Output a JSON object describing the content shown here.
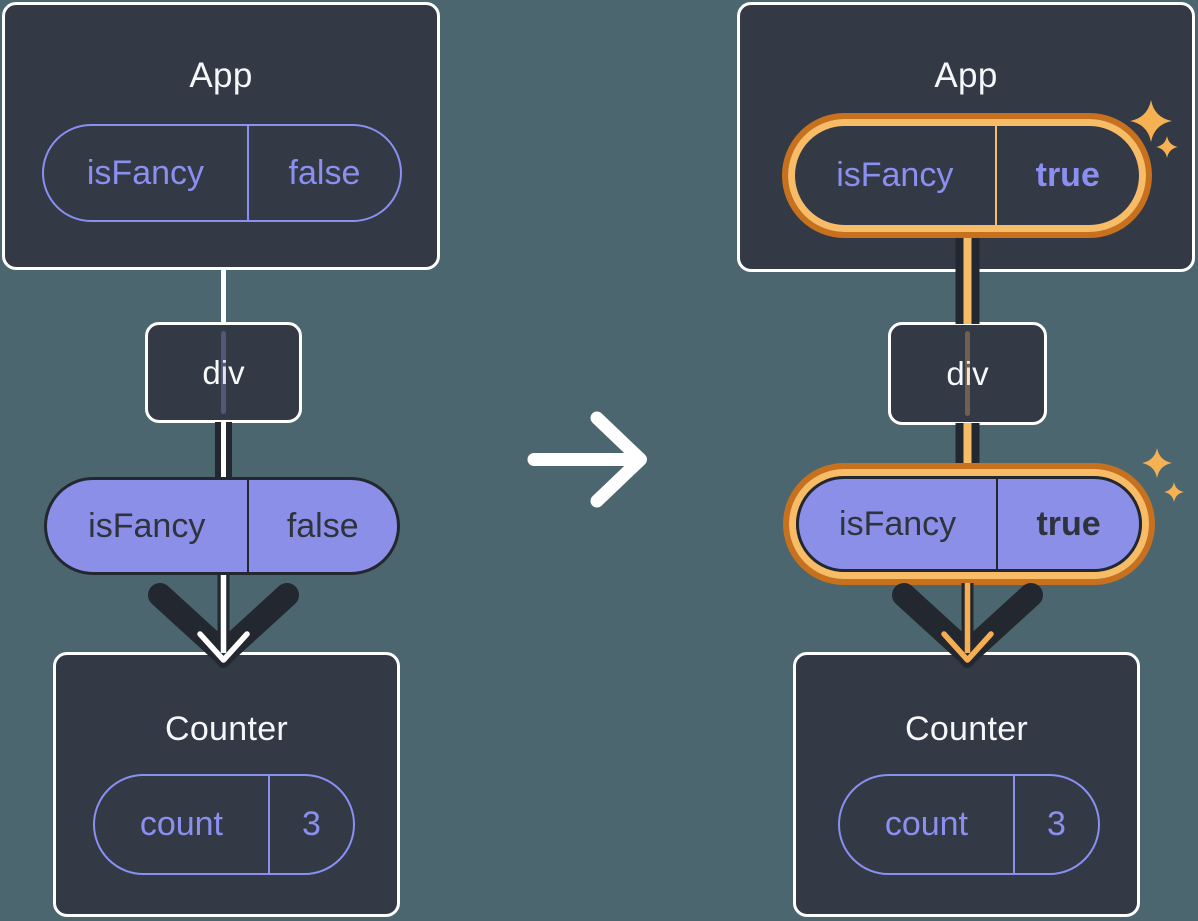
{
  "left": {
    "app_title": "App",
    "app_prop": {
      "name": "isFancy",
      "value": "false"
    },
    "div_label": "div",
    "flow_prop": {
      "name": "isFancy",
      "value": "false"
    },
    "counter_title": "Counter",
    "counter_state": {
      "name": "count",
      "value": "3"
    }
  },
  "right": {
    "app_title": "App",
    "app_prop": {
      "name": "isFancy",
      "value": "true"
    },
    "div_label": "div",
    "flow_prop": {
      "name": "isFancy",
      "value": "true"
    },
    "counter_title": "Counter",
    "counter_state": {
      "name": "count",
      "value": "3"
    }
  },
  "icons": {
    "transition_arrow": "right-arrow-icon",
    "flow_arrow": "down-arrow-icon",
    "highlight": "sparkles-icon"
  },
  "colors": {
    "background": "#4C666F",
    "card": "#333A46",
    "ink": "#23272F",
    "purple_accent": "#8A8FF0",
    "purple_fill": "#8B8FE8",
    "orange_dark": "#C7711F",
    "orange_light": "#F8BC66",
    "orange_arrow": "#F5AE51",
    "sparkle": "#F6B152",
    "white": "#FFFFFF"
  }
}
